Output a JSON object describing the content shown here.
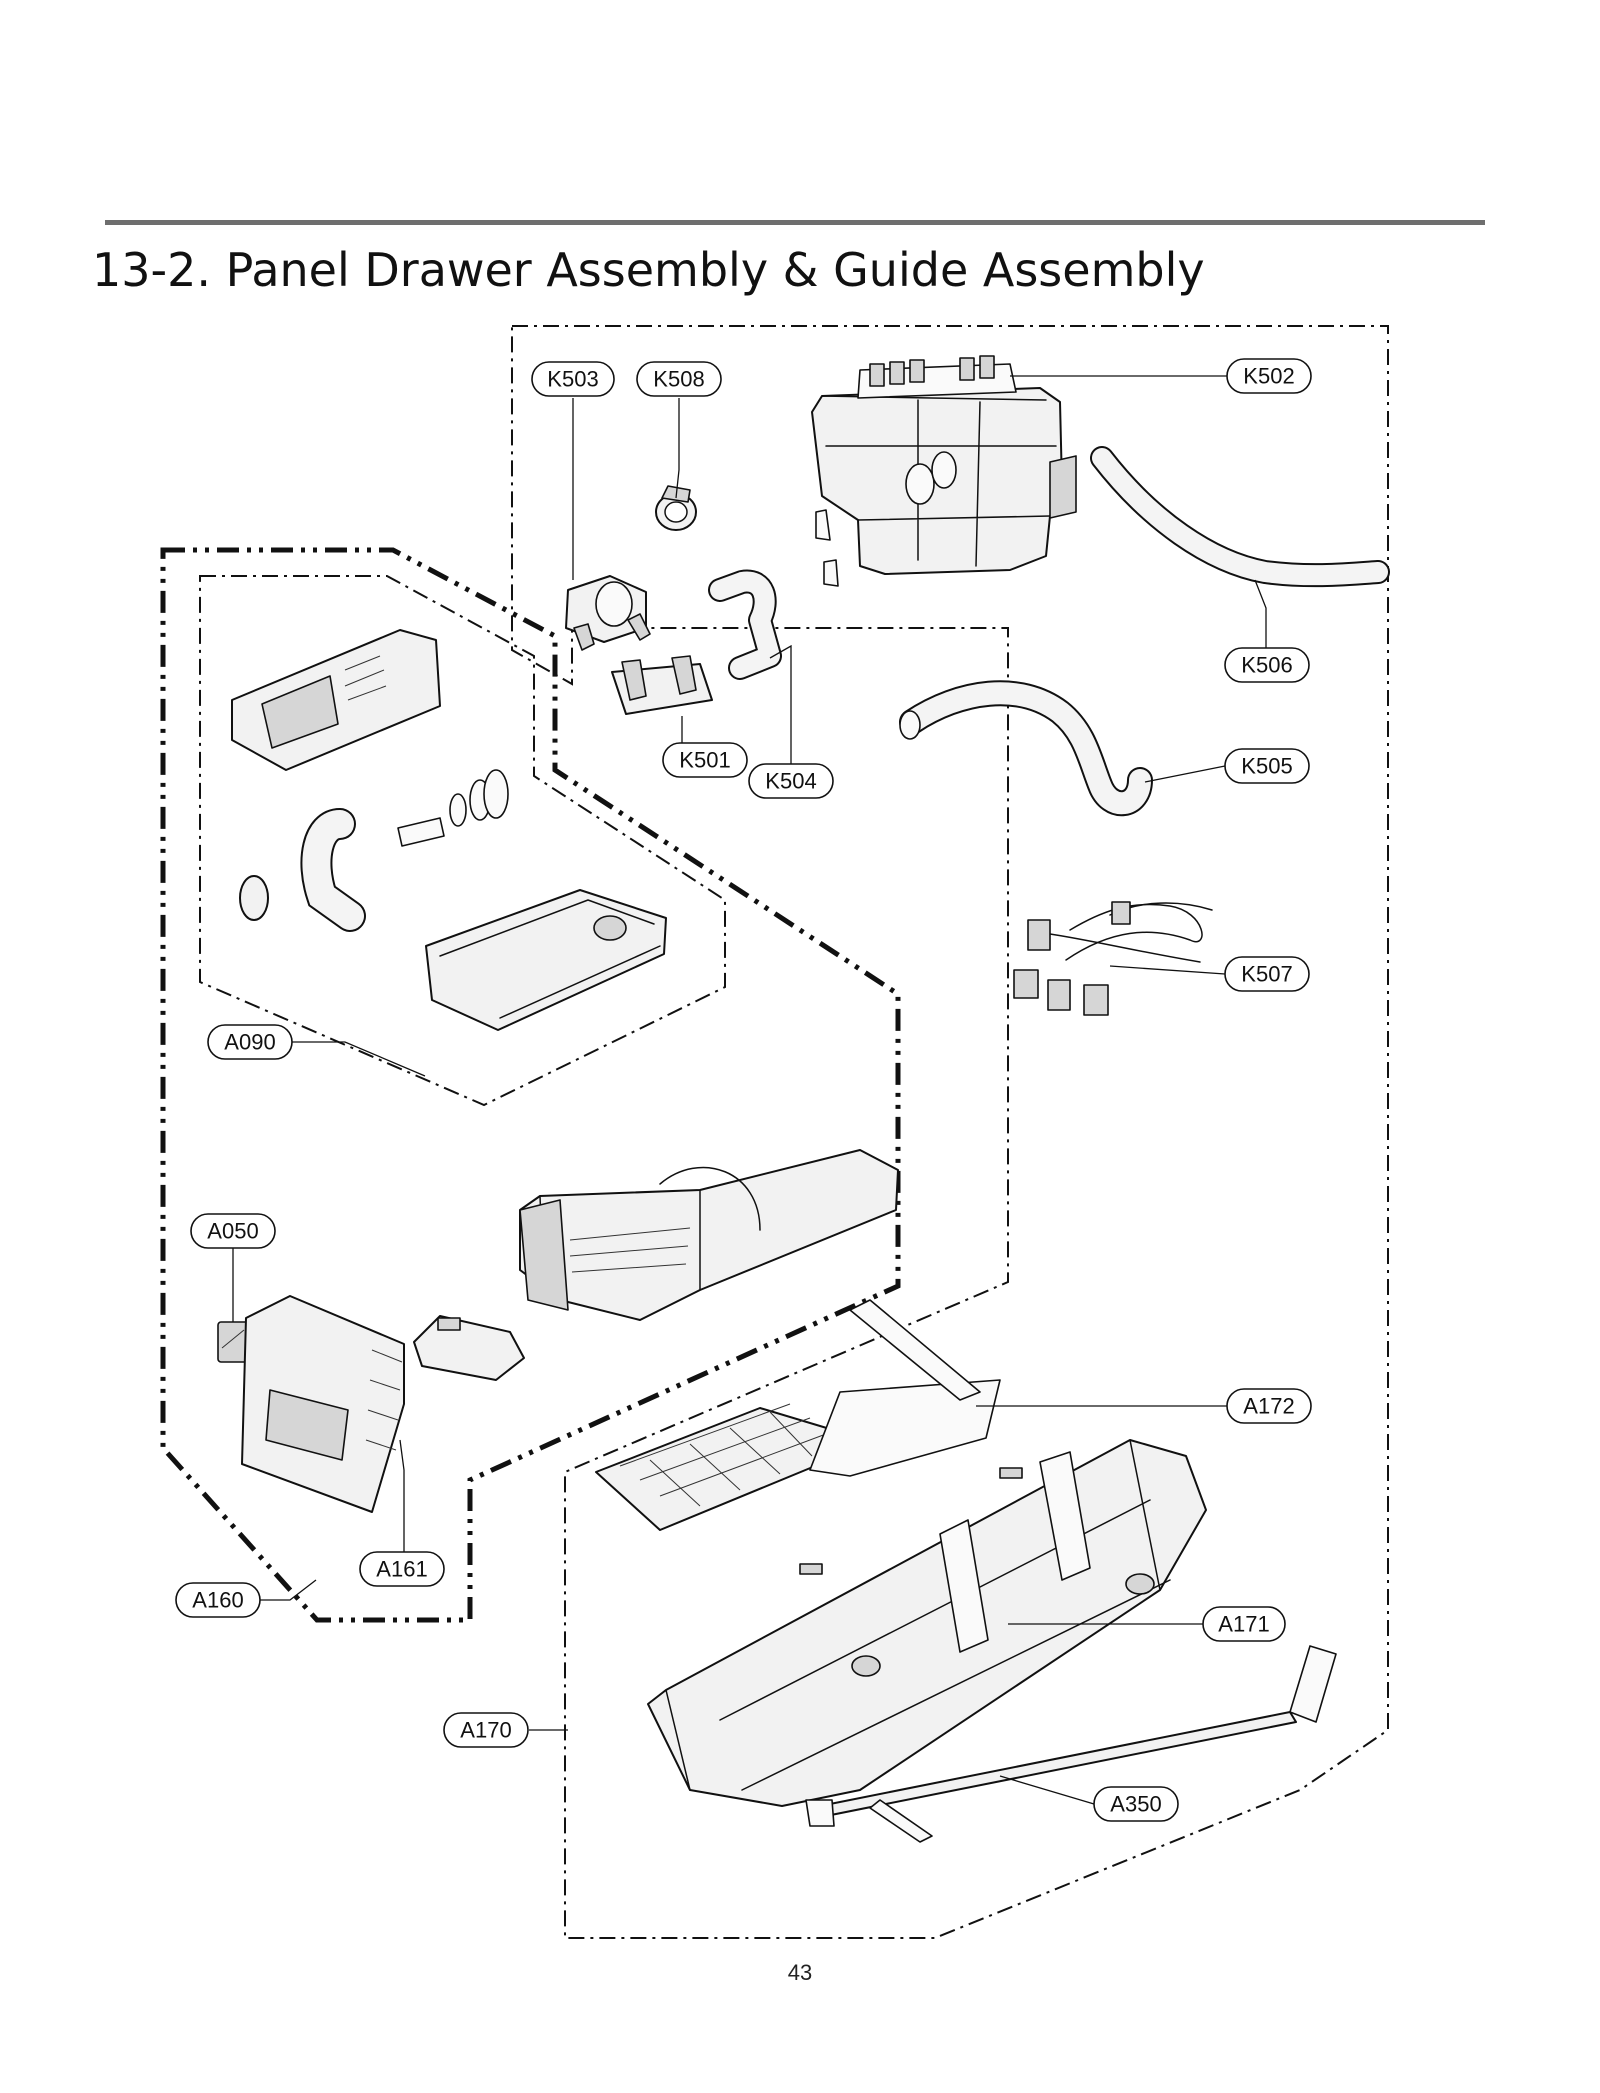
{
  "page": {
    "title": "13-2. Panel Drawer Assembly & Guide Assembly",
    "page_number": "43"
  },
  "labels": {
    "K503": "K503",
    "K508": "K508",
    "K502": "K502",
    "K506": "K506",
    "K501": "K501",
    "K504": "K504",
    "K505": "K505",
    "K507": "K507",
    "A090": "A090",
    "A050": "A050",
    "A172": "A172",
    "A161": "A161",
    "A160": "A160",
    "A171": "A171",
    "A170": "A170",
    "A350": "A350"
  }
}
